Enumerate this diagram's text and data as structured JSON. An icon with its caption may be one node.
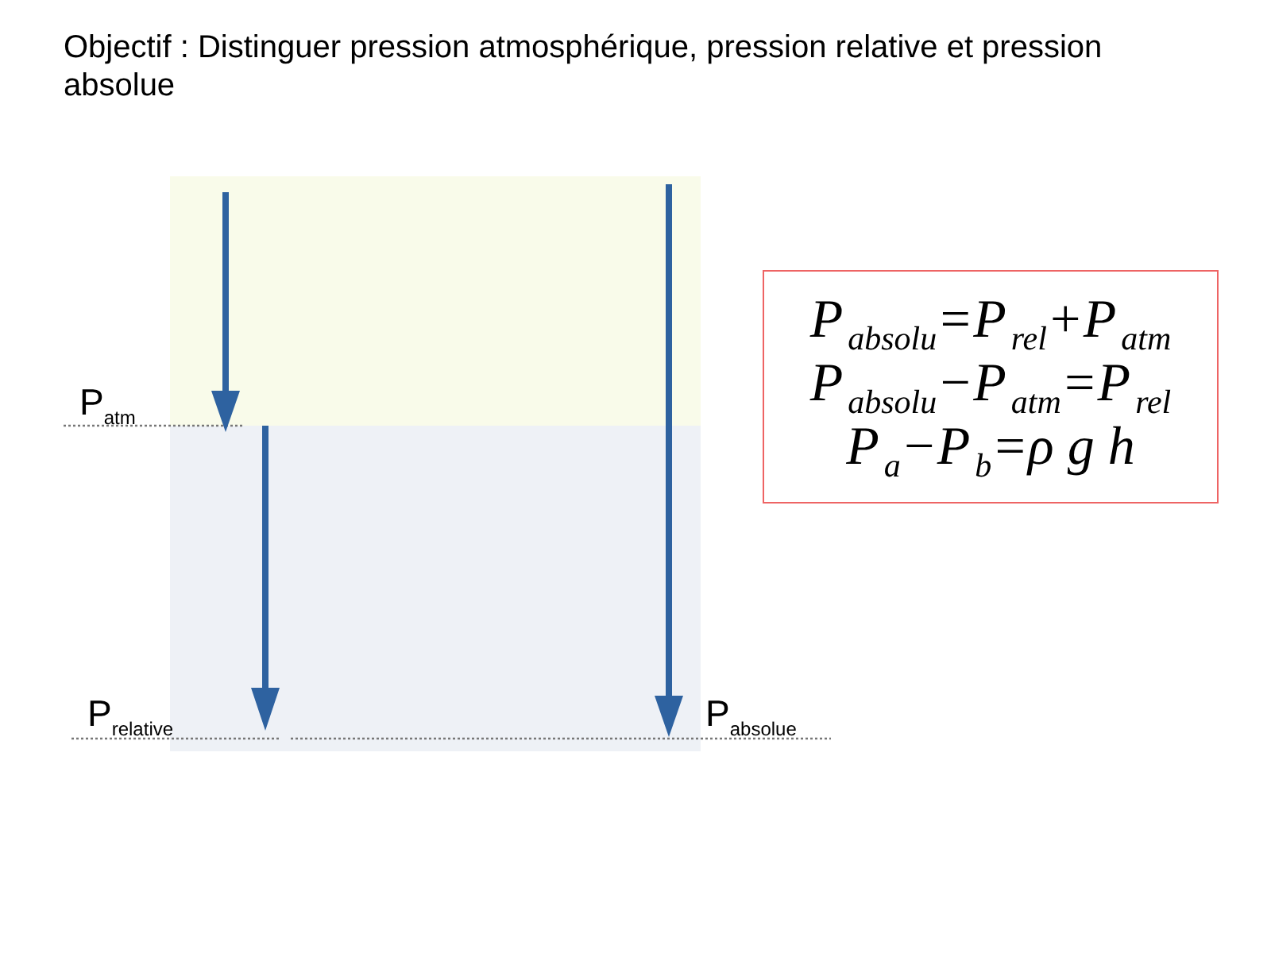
{
  "diagram": {
    "title": "Objectif : Distinguer pression atmosphérique, pression relative et pression absolue",
    "nodes": [
      {
        "text": [
          "P$_{absolu}$=P$_{rel}$+P$_{atm}$",
          "P$_{absolu}$−P$_{atm}$=P$_{rel}$",
          "P$_{a}$−P$_{b}$=ρ g h"
        ]
      }
    ],
    "labels": [
      "P$_{atm}$",
      "P$_{relative}$",
      "P$_{absolue}$"
    ]
  }
}
